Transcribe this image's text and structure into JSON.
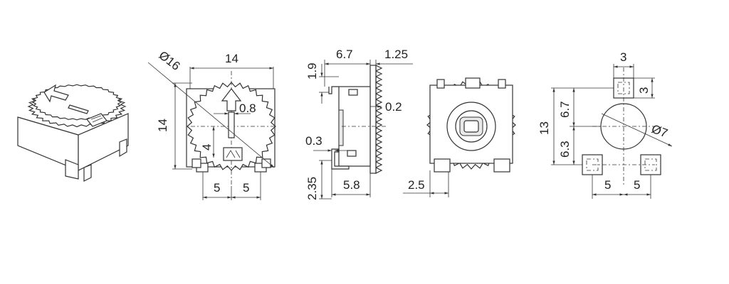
{
  "drawing": {
    "colors": {
      "line": "#333333",
      "text": "#222222",
      "shade": "#e9e9e9",
      "background": "#ffffff"
    },
    "front_view": {
      "diameter": "Ø16",
      "width": "14",
      "height": "14",
      "slot_width": "0.8",
      "offset": "4",
      "pitch_left": "5",
      "pitch_right": "5"
    },
    "side_view": {
      "top_height": "1.9",
      "depth": "6.7",
      "flange": "1.25",
      "gap": "0.2",
      "terminal_thickness": "0.3",
      "terminal_height": "2.35",
      "base_depth": "5.8"
    },
    "back_view": {
      "terminal_offset": "2.5"
    },
    "footprint": {
      "pad_size": "3",
      "pad_height": "3",
      "overall_height": "13",
      "upper_height": "6.7",
      "lower_height": "6.3",
      "hole_diameter": "Ø7",
      "pitch_left": "5",
      "pitch_right": "5"
    }
  }
}
